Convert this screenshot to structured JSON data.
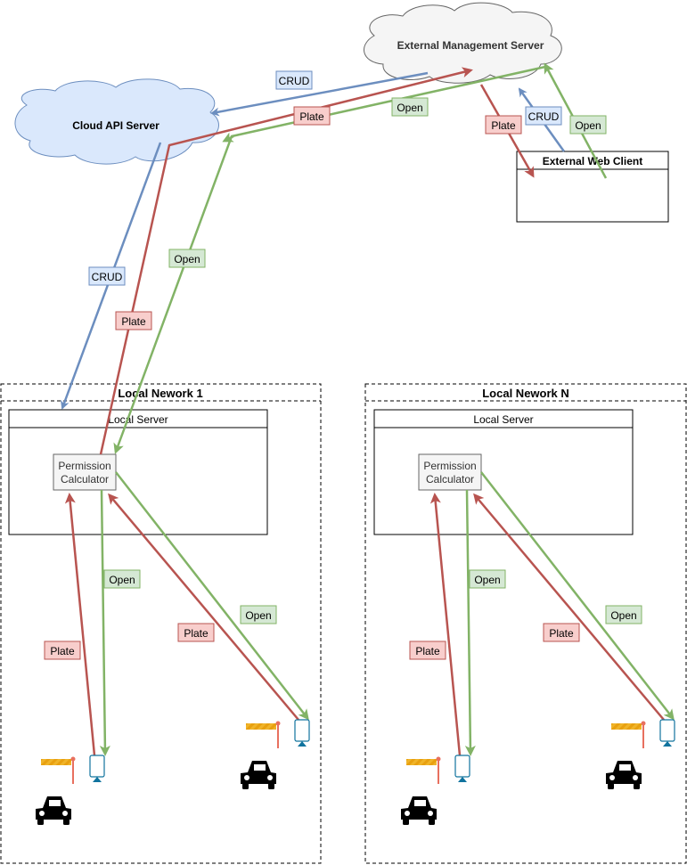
{
  "colors": {
    "blue": "#6c8ebf",
    "red": "#b85450",
    "green": "#82b366",
    "blue_fill": "#dae8fc",
    "red_fill": "#f8cecc",
    "green_fill": "#d5e8d4",
    "cloud_ext_fill": "#f5f5f5",
    "cloud_ext_stroke": "#666666",
    "barrier_stripe": "#f0b429",
    "barrier_post": "#e8705f",
    "camera_base": "#10739e"
  },
  "clouds": {
    "external_server": "External Management Server",
    "cloud_api": "Cloud API Server"
  },
  "web_client": {
    "title": "External Web Client"
  },
  "networks": [
    {
      "title": "Local Nework 1",
      "server": "Local Server",
      "calc_line1": "Permission",
      "calc_line2": "Calculator"
    },
    {
      "title": "Local Nework N",
      "server": "Local Server",
      "calc_line1": "Permission",
      "calc_line2": "Calculator"
    }
  ],
  "labels": {
    "crud": "CRUD",
    "plate": "Plate",
    "open": "Open"
  },
  "icons": [
    "car-icon",
    "barrier-gate-icon",
    "camera-icon"
  ]
}
